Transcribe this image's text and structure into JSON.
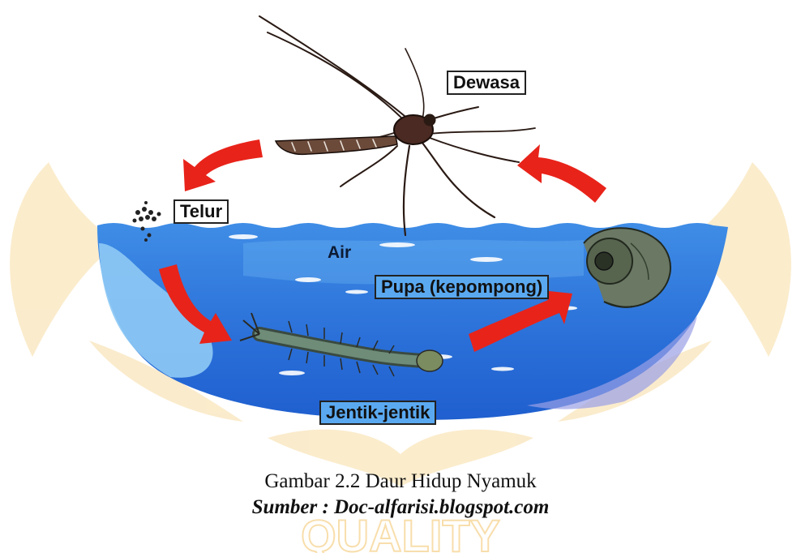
{
  "diagram": {
    "stages": {
      "adult": "Dewasa",
      "egg": "Telur",
      "water": "Air",
      "pupa": "Pupa (kepompong)",
      "larva": "Jentik-jentik"
    }
  },
  "caption": {
    "title": "Gambar 2.2 Daur Hidup Nyamuk",
    "source": "Sumber : Doc-alfarisi.blogspot.com"
  },
  "watermark": {
    "text": "QUALITY",
    "color": "#f3c46a"
  },
  "colors": {
    "arrow": "#e8231a",
    "water_light": "#8fcaf5",
    "water_mid": "#3f8de6",
    "water_dark": "#1f5fcf",
    "label_blue_bg": "#5aa9f0"
  }
}
